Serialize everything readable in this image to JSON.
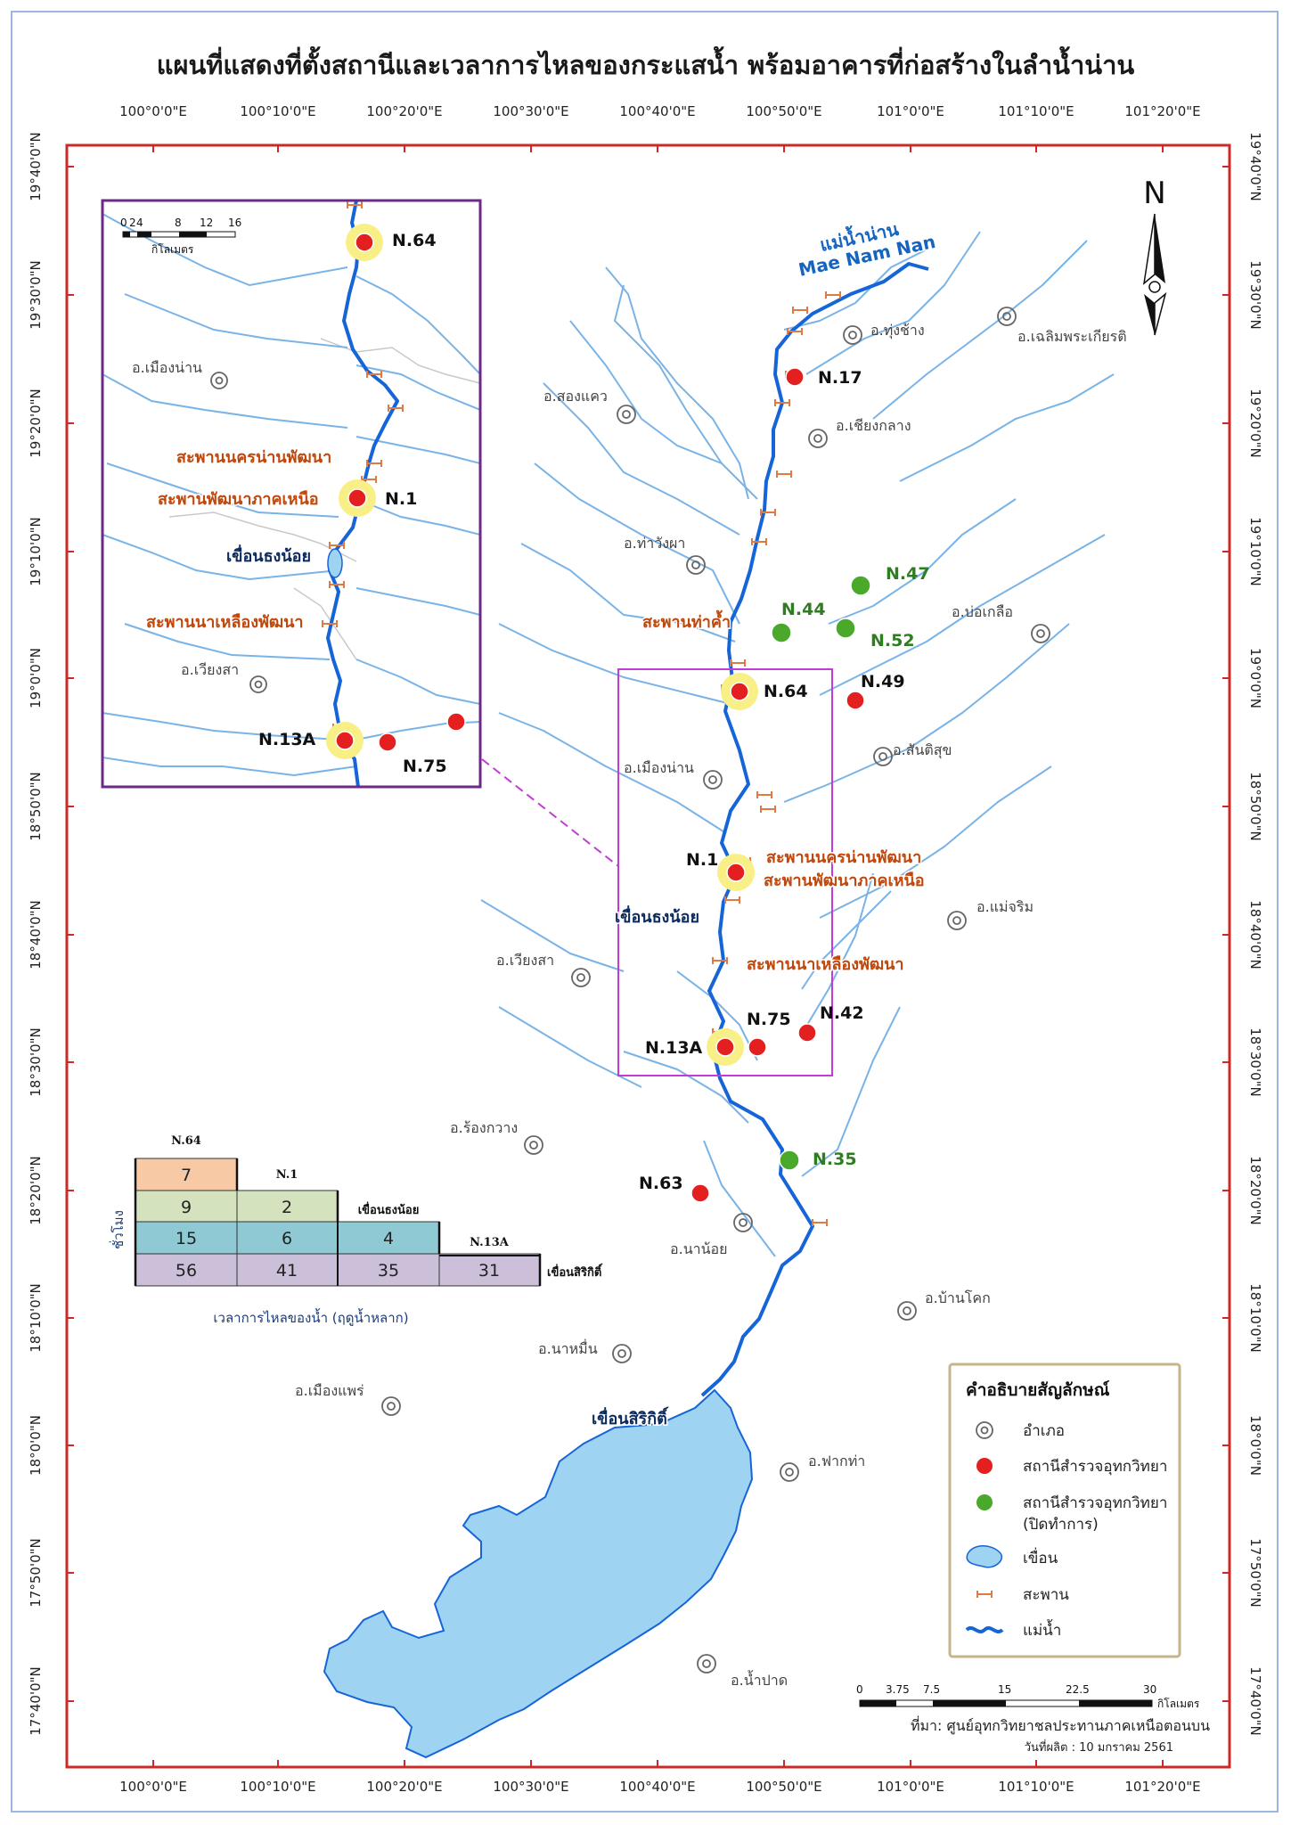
{
  "title": "แผนที่แสดงที่ตั้งสถานีและเวลาการไหลของกระแสน้ำ พร้อมอาคารที่ก่อสร้างในลำน้ำน่าน",
  "longitude_labels": [
    "100°0'0\"E",
    "100°10'0\"E",
    "100°20'0\"E",
    "100°30'0\"E",
    "100°40'0\"E",
    "100°50'0\"E",
    "101°0'0\"E",
    "101°10'0\"E",
    "101°20'0\"E"
  ],
  "latitude_labels": [
    "19°40'0\"N",
    "19°30'0\"N",
    "19°20'0\"N",
    "19°10'0\"N",
    "19°0'0\"N",
    "18°50'0\"N",
    "18°40'0\"N",
    "18°30'0\"N",
    "18°20'0\"N",
    "18°10'0\"N",
    "18°0'0\"N",
    "17°50'0\"N",
    "17°40'0\"N"
  ],
  "north_arrow": "N",
  "river_name_th": "แม่น้ำน่าน",
  "river_name_en": "Mae Nam Nan",
  "districts": {
    "thung_chang": "อ.ทุ่งช้าง",
    "chaloem": "อ.เฉลิมพระเกียรติ",
    "song_khwae": "อ.สองแคว",
    "chiang_klang": "อ.เชียงกลาง",
    "tha_wang_pha": "อ.ท่าวังผา",
    "bo_kluea": "อ.บ่อเกลือ",
    "santi_suk": "อ.สันติสุข",
    "mueang_nan": "อ.เมืองน่าน",
    "mae_charim": "อ.แม่จริม",
    "wiang_sa": "อ.เวียงสา",
    "rong_kwang": "อ.ร้องกวาง",
    "na_noi": "อ.นาน้อย",
    "ban_khok": "อ.บ้านโคก",
    "na_muen": "อ.นาหมื่น",
    "mueang_phrae": "อ.เมืองแพร่",
    "fak_tha": "อ.ฟากท่า",
    "nam_pat": "อ.น้ำปาด"
  },
  "stations": {
    "n17": "N.17",
    "n47": "N.47",
    "n44": "N.44",
    "n52": "N.52",
    "n64": "N.64",
    "n49": "N.49",
    "n1": "N.1",
    "n75": "N.75",
    "n42": "N.42",
    "n13a": "N.13A",
    "n35": "N.35",
    "n63": "N.63"
  },
  "bridges": {
    "tha_kham": "สะพานท่าค้ำ",
    "nakhon_nan": "สะพานนครน่านพัฒนา",
    "phatthana_north": "สะพานพัฒนาภาคเหนือ",
    "na_lueang": "สะพานนาเหลืองพัฒนา"
  },
  "dams": {
    "chong_noi": "เขื่อนธงน้อย",
    "sirikit": "เขื่อนสิริกิติ์"
  },
  "inset": {
    "scale_ticks": [
      "0",
      "2",
      "4",
      "8",
      "12",
      "16"
    ],
    "scale_unit": "กิโลเมตร",
    "n64": "N.64",
    "n1": "N.1",
    "n13a": "N.13A",
    "n75": "N.75",
    "mueang_nan": "อ.เมืองน่าน",
    "wiang_sa": "อ.เวียงสา",
    "bridge_nakhon_nan": "สะพานนครน่านพัฒนา",
    "bridge_phatthana_north": "สะพานพัฒนาภาคเหนือ",
    "bridge_na_lueang": "สะพานนาเหลืองพัฒนา",
    "dam_chong_noi": "เขื่อนธงน้อย"
  },
  "travel_time_table": {
    "row_axis_label": "ชั่วโมง",
    "bottom_label": "เวลาการไหลของน้ำ (ฤดูน้ำหลาก)",
    "headers": [
      "N.64",
      "N.1",
      "เขื่อนธงน้อย",
      "N.13A",
      "เขื่อนสิริกิติ์"
    ],
    "rows": [
      [
        "7"
      ],
      [
        "9",
        "2"
      ],
      [
        "15",
        "6",
        "4"
      ],
      [
        "56",
        "41",
        "35",
        "31"
      ]
    ],
    "row_colors": [
      "#f7c9a4",
      "#d4e2bd",
      "#8fcad4",
      "#cbbfd9"
    ]
  },
  "legend": {
    "title": "คำอธิบายสัญลักษณ์",
    "items": [
      {
        "icon": "district-icon",
        "label": "อำเภอ"
      },
      {
        "icon": "station-active-icon",
        "label": "สถานีสำรวจอุทกวิทยา"
      },
      {
        "icon": "station-closed-icon",
        "label": "สถานีสำรวจอุทกวิทยา",
        "sublabel": "(ปิดทำการ)"
      },
      {
        "icon": "dam-icon",
        "label": "เขื่อน"
      },
      {
        "icon": "bridge-icon",
        "label": "สะพาน"
      },
      {
        "icon": "river-icon",
        "label": "แม่น้ำ"
      }
    ]
  },
  "scale_bar": {
    "ticks": [
      "0",
      "3.75",
      "7.5",
      "15",
      "22.5",
      "30"
    ],
    "unit": "กิโลเมตร"
  },
  "source": "ที่มา: ศูนย์อุทกวิทยาชลประทานภาคเหนือตอนบน",
  "date": "วันที่ผลิต : 10 มกราคม 2561",
  "colors": {
    "frame": "#cc2a2a",
    "river": "#1565d8",
    "stream": "#7ab3e6",
    "station_active": "#e31f1f",
    "station_closed": "#4aa82b",
    "highlight": "#f8ef86",
    "bridge": "#e07a45",
    "inset_border": "#6b2a8a",
    "zoom_box": "#c33bd6",
    "reservoir": "#9fd3f2"
  }
}
